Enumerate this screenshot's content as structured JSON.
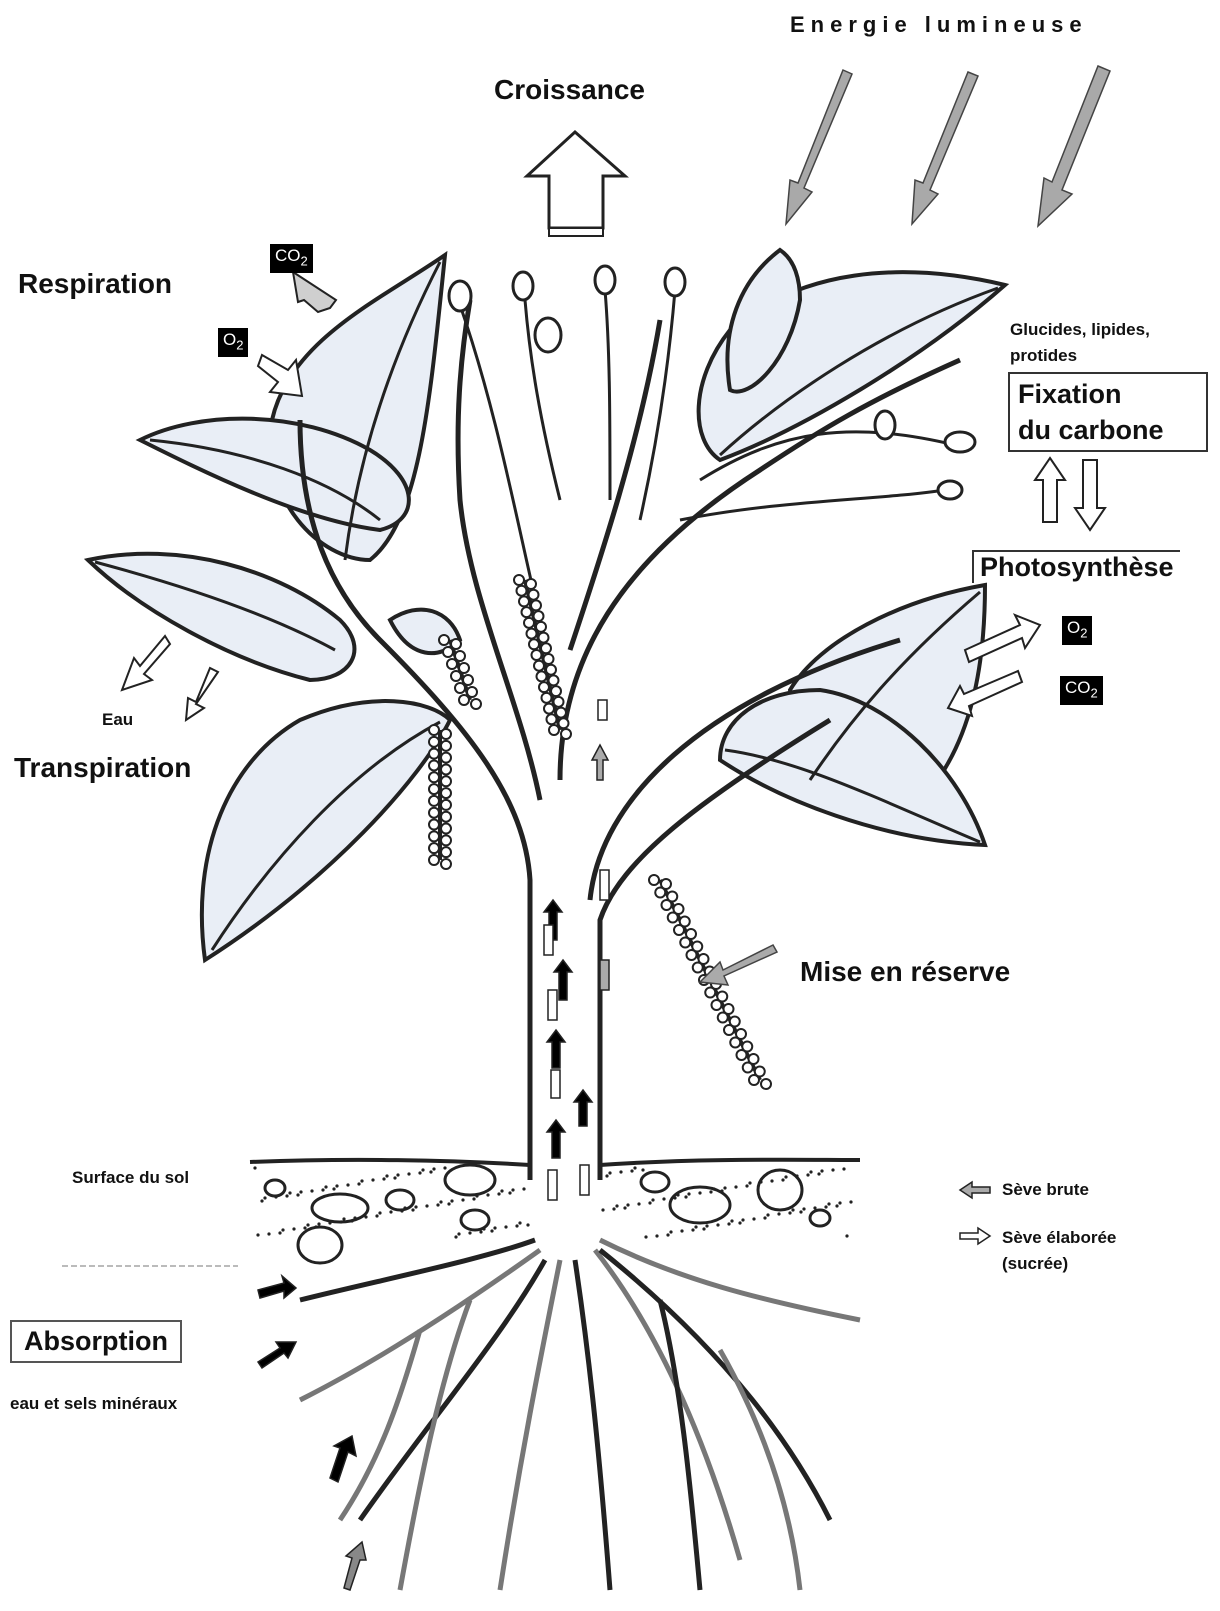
{
  "labels": {
    "energie": "Energie lumineuse",
    "croissance": "Croissance",
    "respiration": "Respiration",
    "glucides_line1": "Glucides, lipides,",
    "glucides_line2": "protides",
    "fixation_line1": "Fixation",
    "fixation_line2": "du carbone",
    "photosynthese": "Photosynthèse",
    "eau": "Eau",
    "transpiration": "Transpiration",
    "mise_en_reserve": "Mise en réserve",
    "surface_du_sol": "Surface du sol",
    "absorption": "Absorption",
    "absorption_sub": "eau et sels minéraux"
  },
  "chem": {
    "co2_base": "CO",
    "o2_base": "O",
    "sub2": "2"
  },
  "legend": {
    "seve_brute": "Sève brute",
    "seve_elaboree_line1": "Sève élaborée",
    "seve_elaboree_line2": "(sucrée)"
  },
  "colors": {
    "ink": "#111111",
    "leaf_fill": "#e9eef6",
    "raw_sap_arrow": "#8a8a8a",
    "processed_sap_arrow": "#ffffff",
    "soil_outline": "#222222"
  }
}
